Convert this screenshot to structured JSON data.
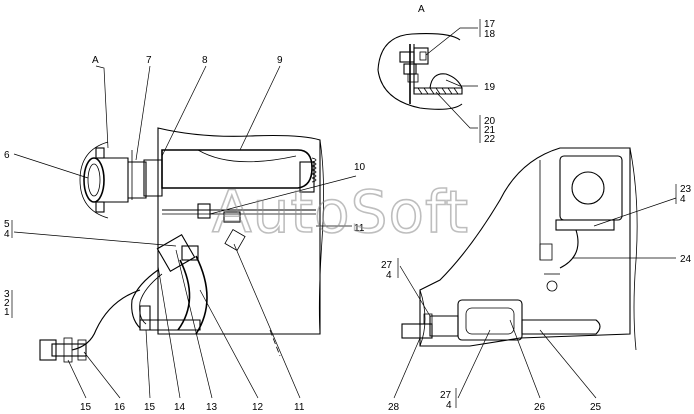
{
  "view_letter": "A",
  "watermark": "AutoSoft",
  "labels": {
    "view_a_17": "17",
    "view_a_18": "18",
    "view_a_19": "19",
    "view_a_20": "20",
    "view_a_21": "21",
    "view_a_22": "22",
    "main_a": "A",
    "main_7": "7",
    "main_8": "8",
    "main_9": "9",
    "main_6": "6",
    "main_10": "10",
    "main_5": "5",
    "main_4": "4",
    "main_11_right": "11",
    "main_3": "3",
    "main_2": "2",
    "main_1": "1",
    "bottom_15a": "15",
    "bottom_16": "16",
    "bottom_15b": "15",
    "bottom_14": "14",
    "bottom_13": "13",
    "bottom_12": "12",
    "bottom_11": "11",
    "right_23": "23",
    "right_4a": "4",
    "right_24": "24",
    "right_27a": "27",
    "right_4b": "4",
    "right_28": "28",
    "right_27b": "27",
    "right_4c": "4",
    "right_26": "26",
    "right_25": "25"
  }
}
